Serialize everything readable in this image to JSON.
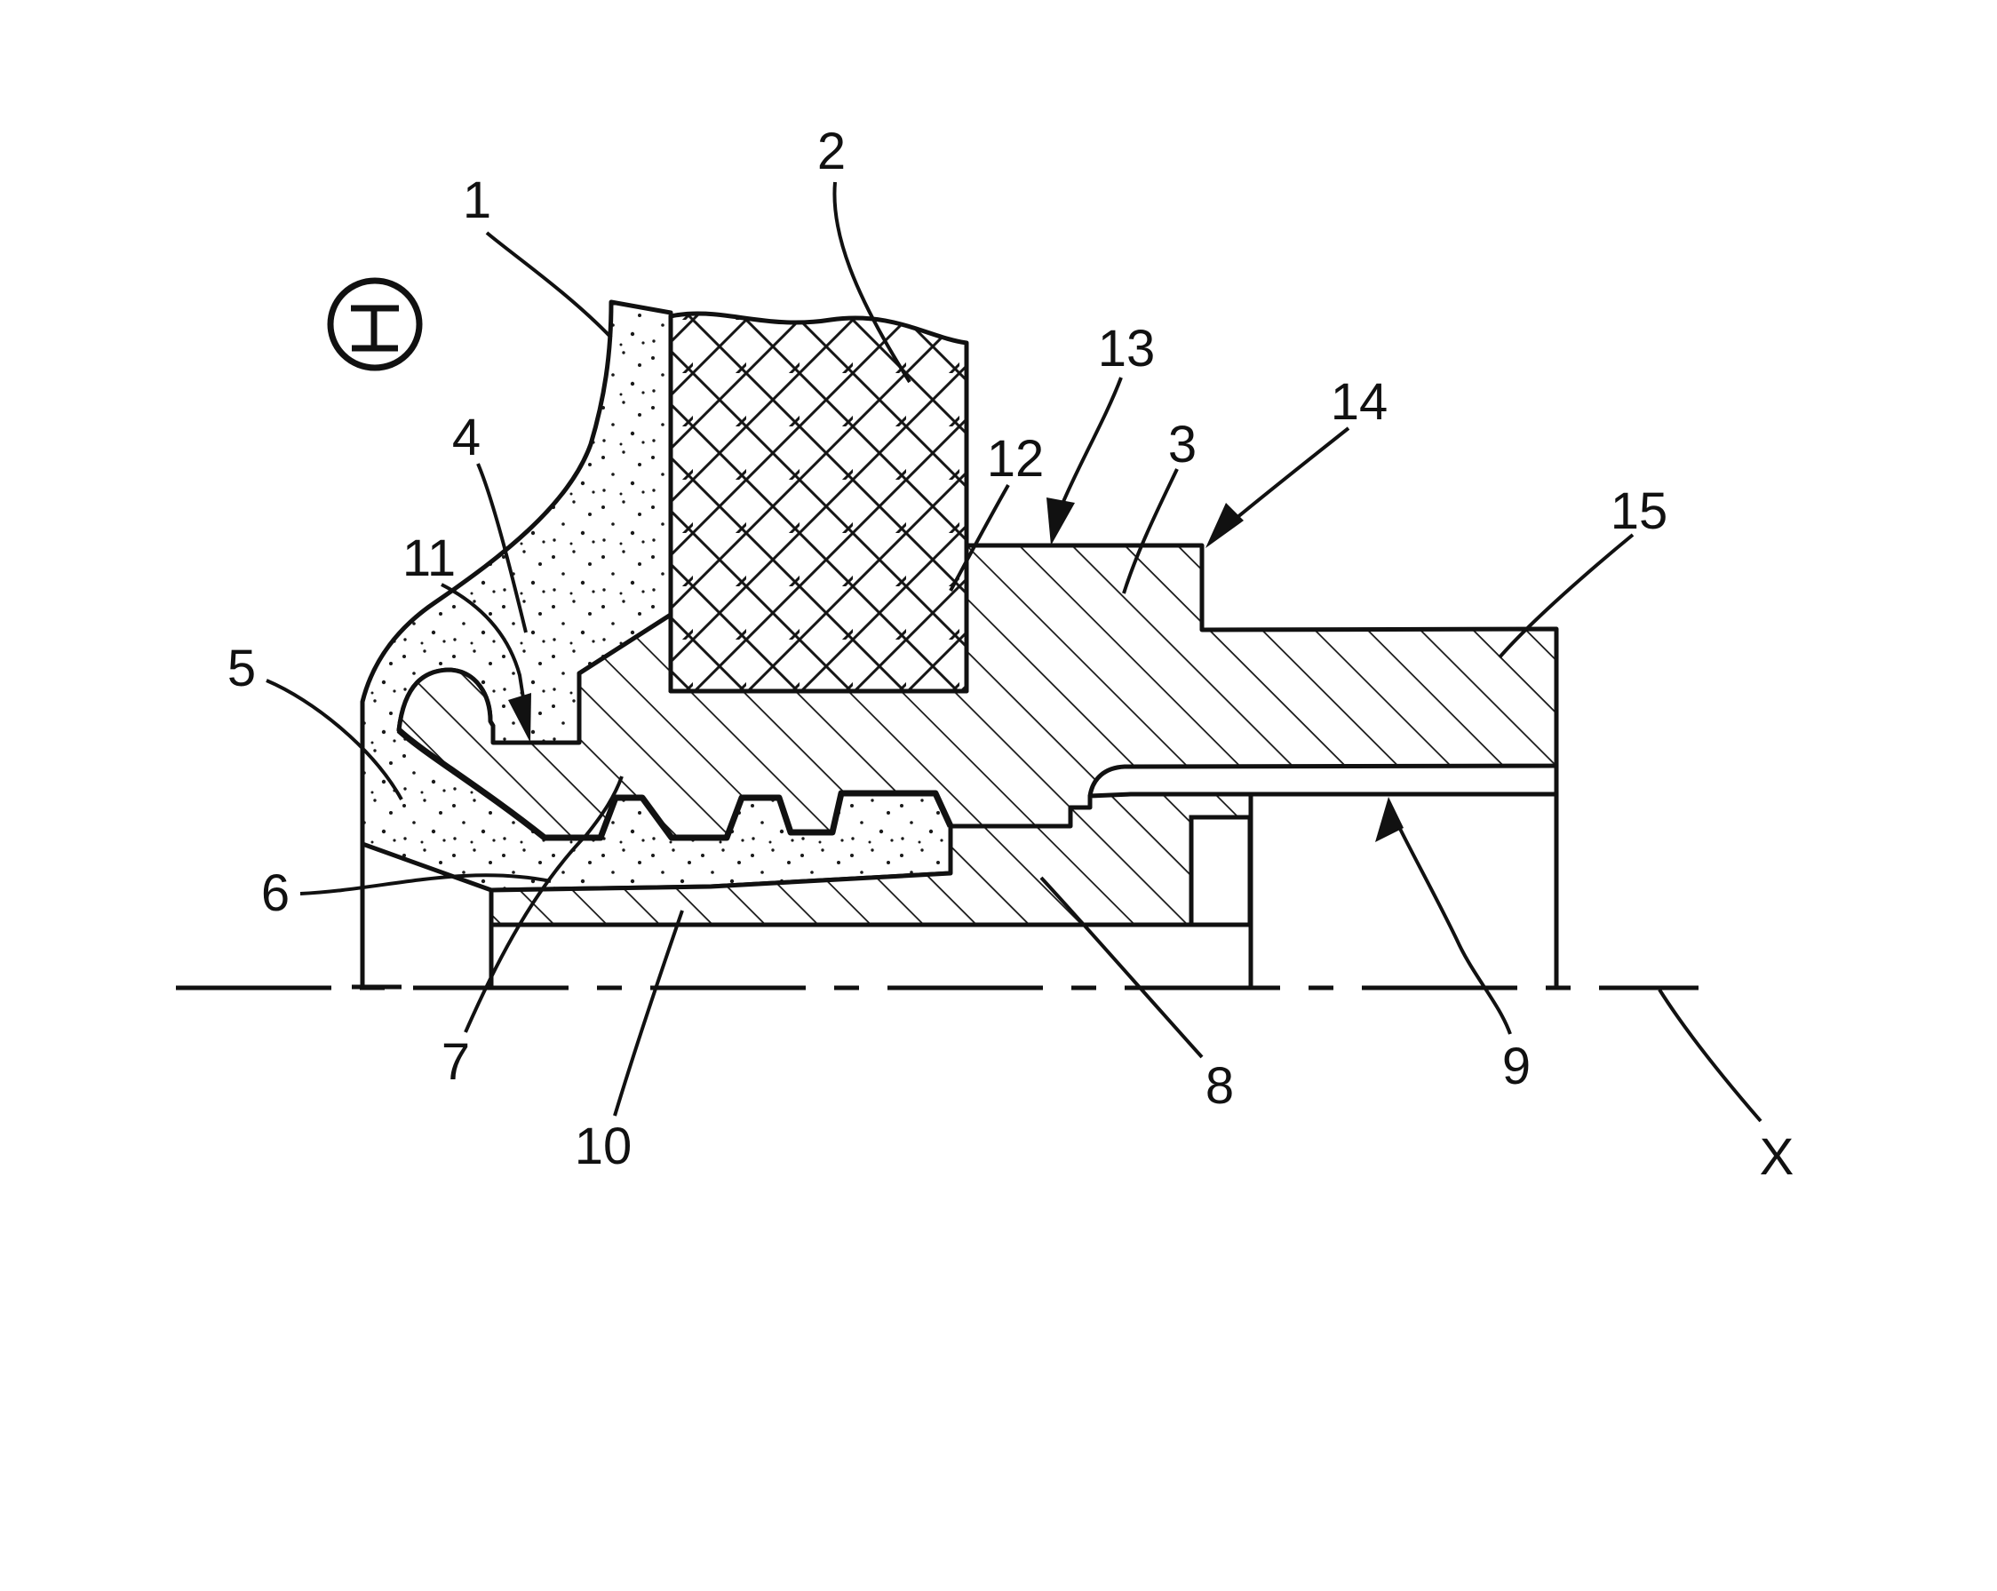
{
  "figure": {
    "type": "patent-style cross-section drawing of a radial shaft seal assembly",
    "background_color": "#ffffff",
    "line_color": "#111111",
    "section_symbol": "I",
    "axis_label": "X",
    "reference_numbers": [
      "1",
      "2",
      "3",
      "4",
      "5",
      "6",
      "7",
      "8",
      "9",
      "10",
      "11",
      "12",
      "13",
      "14",
      "15"
    ],
    "labels": {
      "n1": "1",
      "n2": "2",
      "n3": "3",
      "n4": "4",
      "n5": "5",
      "n6": "6",
      "n7": "7",
      "n8": "8",
      "n9": "9",
      "n10": "10",
      "n11": "11",
      "n12": "12",
      "n13": "13",
      "n14": "14",
      "n15": "15",
      "x": "X",
      "symbol": "I"
    },
    "hatching": {
      "single_hatch_parts": "3, 5, 8, 10, 15 (metal sections, 45° lines)",
      "cross_hatch_part": "2 (broken-off counterpart block)",
      "stipple_parts": "1, 4, 6, 7 (elastomer body and sealing lips)",
      "gap_feature": "9 (thin clearance channel indicated by arrow)",
      "notch_feature": "11 (anti-rotation notch indicated by arrow)",
      "surface_features": "12, 13, 14 (contact surface and edges indicated by arrows)"
    },
    "centerline": {
      "style": "dash-dot",
      "y_position": "bottom axis of rotation",
      "label": "X"
    }
  }
}
